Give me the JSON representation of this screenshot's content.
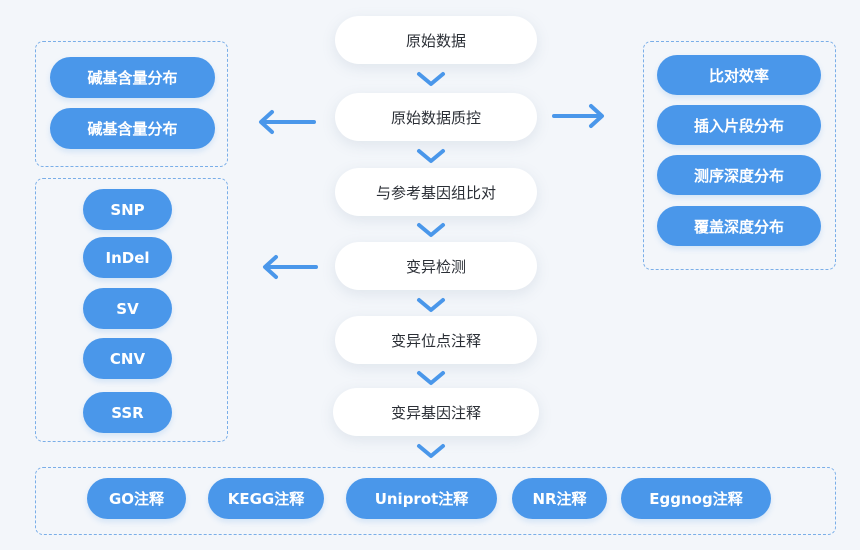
{
  "flow_steps": [
    "原始数据",
    "原始数据质控",
    "与参考基因组比对",
    "变异检测",
    "变异位点注释",
    "变异基因注释"
  ],
  "qc_left": [
    "碱基含量分布",
    "碱基含量分布"
  ],
  "qc_right": [
    "比对效率",
    "插入片段分布",
    "测序深度分布",
    "覆盖深度分布"
  ],
  "variant_types": [
    "SNP",
    "InDel",
    "SV",
    "CNV",
    "SSR"
  ],
  "annotation_dbs": [
    "GO注释",
    "KEGG注释",
    "Uniprot注释",
    "NR注释",
    "Eggnog注释"
  ],
  "colors": {
    "accent": "#4a97ea",
    "panel_border": "#7aaee8",
    "background": "#f3f6fa"
  }
}
